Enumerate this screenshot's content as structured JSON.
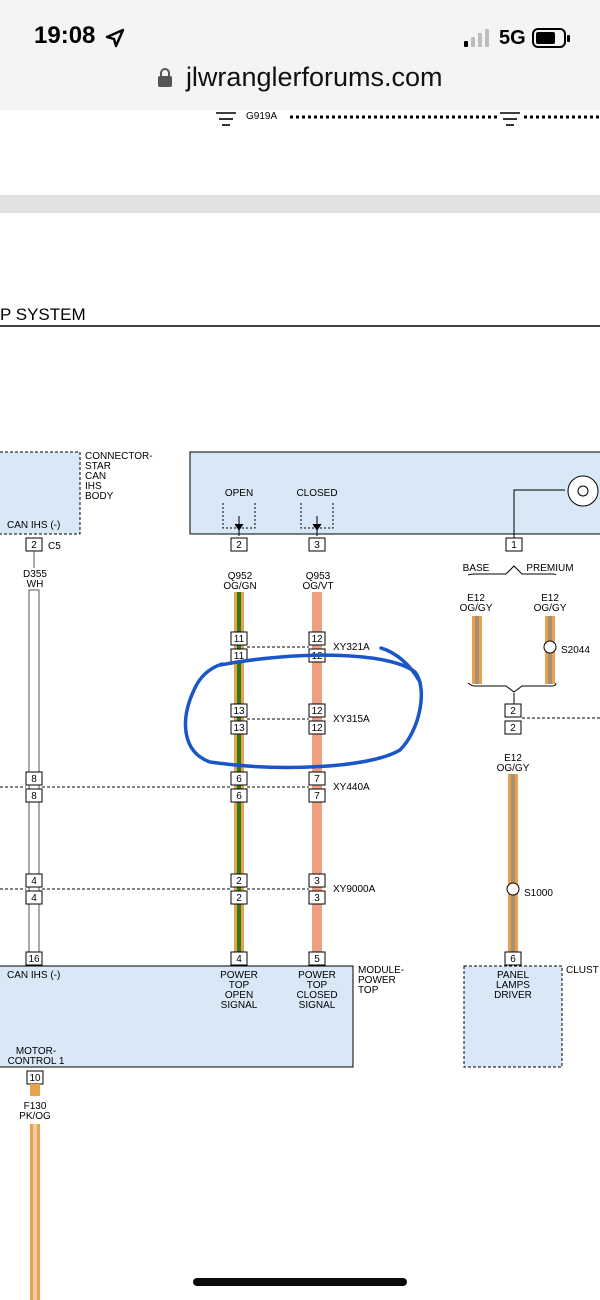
{
  "status_bar": {
    "time": "19:08",
    "network": "5G",
    "icons": [
      "location-arrow-icon",
      "signal-bars-icon",
      "battery-icon"
    ]
  },
  "browser": {
    "url": "jlwranglerforums.com",
    "lock_icon": "lock-icon"
  },
  "diagram": {
    "top_ground_label": "G919A",
    "section_title": "P SYSTEM",
    "left_box": {
      "label": "CAN IHS (-)",
      "side_label": [
        "CONNECTOR-",
        "STAR",
        "CAN",
        "IHS",
        "BODY"
      ],
      "pin": "2",
      "connector": "C5"
    },
    "switch_box": {
      "open_label": "OPEN",
      "closed_label": "CLOSED",
      "pins": [
        "2",
        "3",
        "1"
      ]
    },
    "wires": {
      "left": {
        "id": "D355",
        "color": "WH"
      },
      "open": {
        "id": "Q952",
        "color": "OG/GN"
      },
      "closed": {
        "id": "Q953",
        "color": "OG/VT"
      },
      "base": {
        "id": "E12",
        "color": "OG/GY"
      },
      "premium": {
        "id": "E12",
        "color": "OG/GY"
      },
      "merged": {
        "id": "E12",
        "color": "OG/GY"
      },
      "bottom": {
        "id": "F130",
        "color": "PK/OG"
      }
    },
    "variants": {
      "base": "BASE",
      "premium": "PREMIUM"
    },
    "splices": {
      "s2044": "S2044",
      "s1000": "S1000"
    },
    "connectors": [
      {
        "name": "XY321A",
        "left_pins": [
          "11",
          "11"
        ],
        "right_pins": [
          "12",
          "12"
        ]
      },
      {
        "name": "XY315A",
        "left_pins": [
          "13",
          "13"
        ],
        "right_pins": [
          "12",
          "12"
        ]
      },
      {
        "name": "XY440A",
        "left_pins": [
          "6",
          "6"
        ],
        "right_pins": [
          "7",
          "7"
        ],
        "far_left_pins": [
          "8",
          "8"
        ]
      },
      {
        "name": "XY9000A",
        "left_pins": [
          "2",
          "2"
        ],
        "right_pins": [
          "3",
          "3"
        ],
        "far_left_pins": [
          "4",
          "4"
        ]
      }
    ],
    "right_connector_pins": [
      "2",
      "2"
    ],
    "module": {
      "can_label": "CAN IHS (-)",
      "can_pin": "16",
      "open_signal": [
        "POWER",
        "TOP",
        "OPEN",
        "SIGNAL"
      ],
      "open_pin": "4",
      "closed_signal": [
        "POWER",
        "TOP",
        "CLOSED",
        "SIGNAL"
      ],
      "closed_pin": "5",
      "name": [
        "MODULE-",
        "POWER",
        "TOP"
      ],
      "motor_label": [
        "MOTOR-",
        "CONTROL 1"
      ],
      "bottom_pin": "10"
    },
    "cluster": {
      "label": [
        "PANEL",
        "LAMPS",
        "DRIVER"
      ],
      "name": "CLUST",
      "pin": "6"
    },
    "annotation_color": "#1a56c8"
  }
}
